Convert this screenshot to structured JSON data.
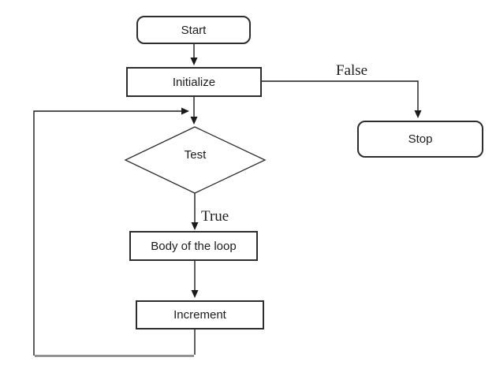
{
  "diagram": {
    "type": "flowchart",
    "title": "loop flowchart"
  },
  "nodes": {
    "start": {
      "label": "Start",
      "shape": "rounded-rectangle"
    },
    "initialize": {
      "label": "Initialize",
      "shape": "rectangle"
    },
    "test": {
      "label": "Test",
      "shape": "diamond"
    },
    "body": {
      "label": "Body of the loop",
      "shape": "rectangle"
    },
    "increment": {
      "label": "Increment",
      "shape": "rectangle"
    },
    "stop": {
      "label": "Stop",
      "shape": "rounded-rectangle"
    }
  },
  "edge_labels": {
    "false_label": "False",
    "true_label": "True"
  },
  "edges": [
    {
      "from": "start",
      "to": "initialize",
      "label": ""
    },
    {
      "from": "initialize",
      "to": "stop",
      "label": "False"
    },
    {
      "from": "initialize",
      "to": "test",
      "label": ""
    },
    {
      "from": "test",
      "to": "body",
      "label": "True"
    },
    {
      "from": "body",
      "to": "increment",
      "label": ""
    },
    {
      "from": "increment",
      "to": "test",
      "label": ""
    }
  ],
  "colors": {
    "background": "#ffffff",
    "line": "#1a1a1a",
    "border": "#2e2e2e",
    "text": "#1c1c1c",
    "loopback_bottom": "#808080"
  }
}
